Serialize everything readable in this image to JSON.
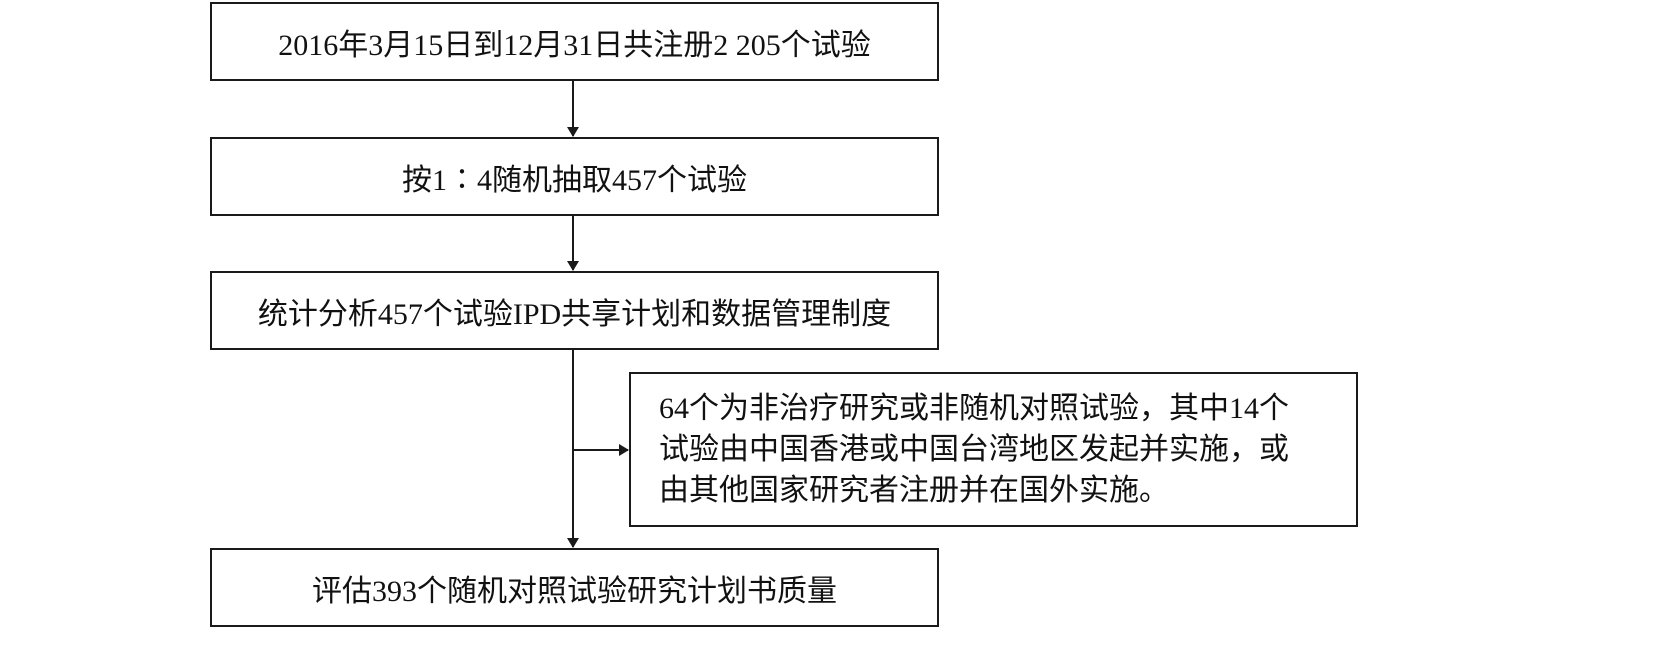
{
  "flowchart": {
    "steps": [
      {
        "text": "2016年3月15日到12月31日共注册2 205个试验"
      },
      {
        "text": "按1∶4随机抽取457个试验"
      },
      {
        "text": "统计分析457个试验IPD共享计划和数据管理制度"
      },
      {
        "text": "评估393个随机对照试验研究计划书质量"
      }
    ],
    "exclusion": {
      "lines": [
        "64个为非治疗研究或非随机对照试验，其中14个",
        "试验由中国香港或中国台湾地区发起并实施，或",
        "由其他国家研究者注册并在国外实施。"
      ]
    }
  }
}
